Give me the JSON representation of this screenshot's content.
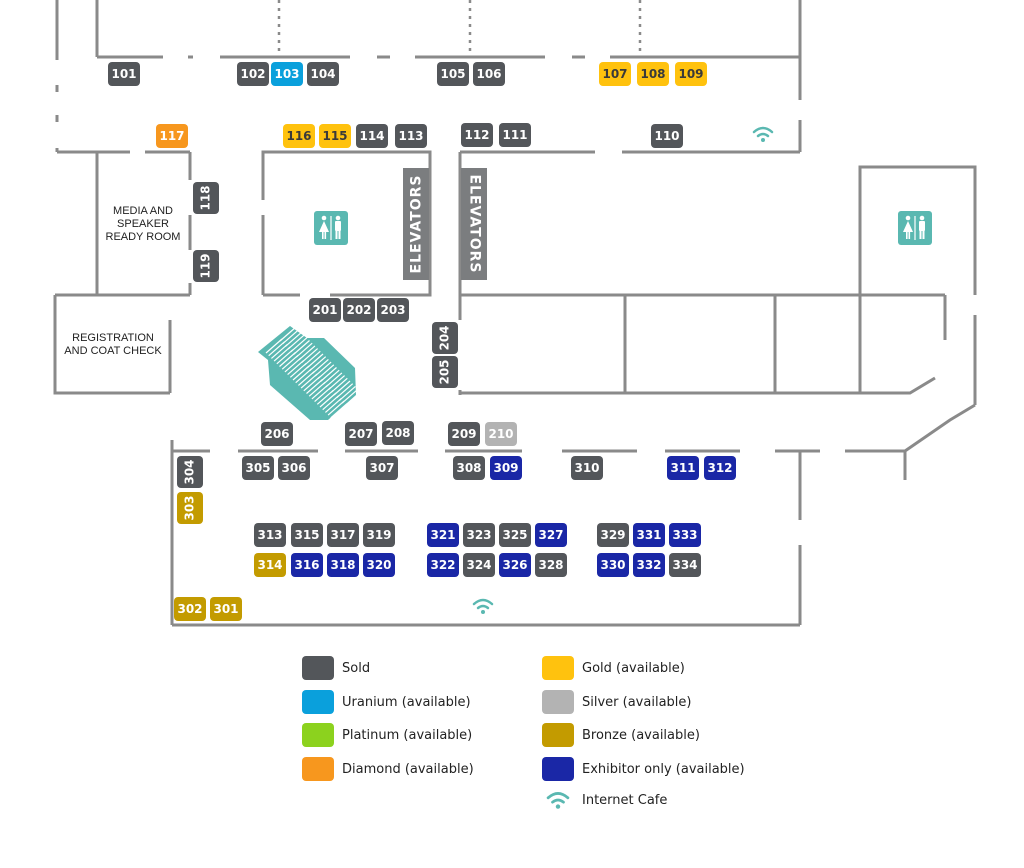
{
  "colors": {
    "sold": "#53565a",
    "uranium": "#0aa0dc",
    "platinum": "#8cd21e",
    "diamond": "#f7971e",
    "gold": "#ffc20e",
    "silver": "#b3b3b3",
    "bronze": "#c39b00",
    "exhibitor": "#1a27a6",
    "teal": "#5ab8b1",
    "wall": "#8a8a8a"
  },
  "rooms": {
    "media": "MEDIA AND\nSPEAKER\nREADY ROOM",
    "registration": "REGISTRATION\nAND COAT CHECK",
    "elevators_1": "ELEVATORS",
    "elevators_2": "ELEVATORS"
  },
  "booths": [
    {
      "id": "101",
      "status": "sold"
    },
    {
      "id": "102",
      "status": "sold"
    },
    {
      "id": "103",
      "status": "uranium"
    },
    {
      "id": "104",
      "status": "sold"
    },
    {
      "id": "105",
      "status": "sold"
    },
    {
      "id": "106",
      "status": "sold"
    },
    {
      "id": "107",
      "status": "gold"
    },
    {
      "id": "108",
      "status": "gold"
    },
    {
      "id": "109",
      "status": "gold"
    },
    {
      "id": "110",
      "status": "sold"
    },
    {
      "id": "111",
      "status": "sold"
    },
    {
      "id": "112",
      "status": "sold"
    },
    {
      "id": "113",
      "status": "sold"
    },
    {
      "id": "114",
      "status": "sold"
    },
    {
      "id": "115",
      "status": "gold"
    },
    {
      "id": "116",
      "status": "gold"
    },
    {
      "id": "117",
      "status": "diamond"
    },
    {
      "id": "118",
      "status": "sold"
    },
    {
      "id": "119",
      "status": "sold"
    },
    {
      "id": "201",
      "status": "sold"
    },
    {
      "id": "202",
      "status": "sold"
    },
    {
      "id": "203",
      "status": "sold"
    },
    {
      "id": "204",
      "status": "sold"
    },
    {
      "id": "205",
      "status": "sold"
    },
    {
      "id": "206",
      "status": "sold"
    },
    {
      "id": "207",
      "status": "sold"
    },
    {
      "id": "208",
      "status": "sold"
    },
    {
      "id": "209",
      "status": "sold"
    },
    {
      "id": "210",
      "status": "silver"
    },
    {
      "id": "301",
      "status": "bronze"
    },
    {
      "id": "302",
      "status": "bronze"
    },
    {
      "id": "303",
      "status": "bronze"
    },
    {
      "id": "304",
      "status": "sold"
    },
    {
      "id": "305",
      "status": "sold"
    },
    {
      "id": "306",
      "status": "sold"
    },
    {
      "id": "307",
      "status": "sold"
    },
    {
      "id": "308",
      "status": "sold"
    },
    {
      "id": "309",
      "status": "exhibitor"
    },
    {
      "id": "310",
      "status": "sold"
    },
    {
      "id": "311",
      "status": "exhibitor"
    },
    {
      "id": "312",
      "status": "exhibitor"
    },
    {
      "id": "313",
      "status": "sold"
    },
    {
      "id": "314",
      "status": "bronze"
    },
    {
      "id": "315",
      "status": "sold"
    },
    {
      "id": "316",
      "status": "exhibitor"
    },
    {
      "id": "317",
      "status": "sold"
    },
    {
      "id": "318",
      "status": "exhibitor"
    },
    {
      "id": "319",
      "status": "sold"
    },
    {
      "id": "320",
      "status": "exhibitor"
    },
    {
      "id": "321",
      "status": "exhibitor"
    },
    {
      "id": "322",
      "status": "exhibitor"
    },
    {
      "id": "323",
      "status": "sold"
    },
    {
      "id": "324",
      "status": "sold"
    },
    {
      "id": "325",
      "status": "sold"
    },
    {
      "id": "326",
      "status": "exhibitor"
    },
    {
      "id": "327",
      "status": "exhibitor"
    },
    {
      "id": "328",
      "status": "sold"
    },
    {
      "id": "329",
      "status": "sold"
    },
    {
      "id": "330",
      "status": "exhibitor"
    },
    {
      "id": "331",
      "status": "exhibitor"
    },
    {
      "id": "332",
      "status": "exhibitor"
    },
    {
      "id": "333",
      "status": "exhibitor"
    },
    {
      "id": "334",
      "status": "sold"
    }
  ],
  "legend": [
    {
      "key": "sold",
      "label": "Sold"
    },
    {
      "key": "uranium",
      "label": "Uranium (available)"
    },
    {
      "key": "platinum",
      "label": "Platinum (available)"
    },
    {
      "key": "diamond",
      "label": "Diamond (available)"
    },
    {
      "key": "gold",
      "label": "Gold (available)"
    },
    {
      "key": "silver",
      "label": "Silver (available)"
    },
    {
      "key": "bronze",
      "label": "Bronze (available)"
    },
    {
      "key": "exhibitor",
      "label": "Exhibitor only (available)"
    },
    {
      "key": "wifi",
      "label": "Internet Cafe",
      "icon": "wifi-icon"
    }
  ]
}
